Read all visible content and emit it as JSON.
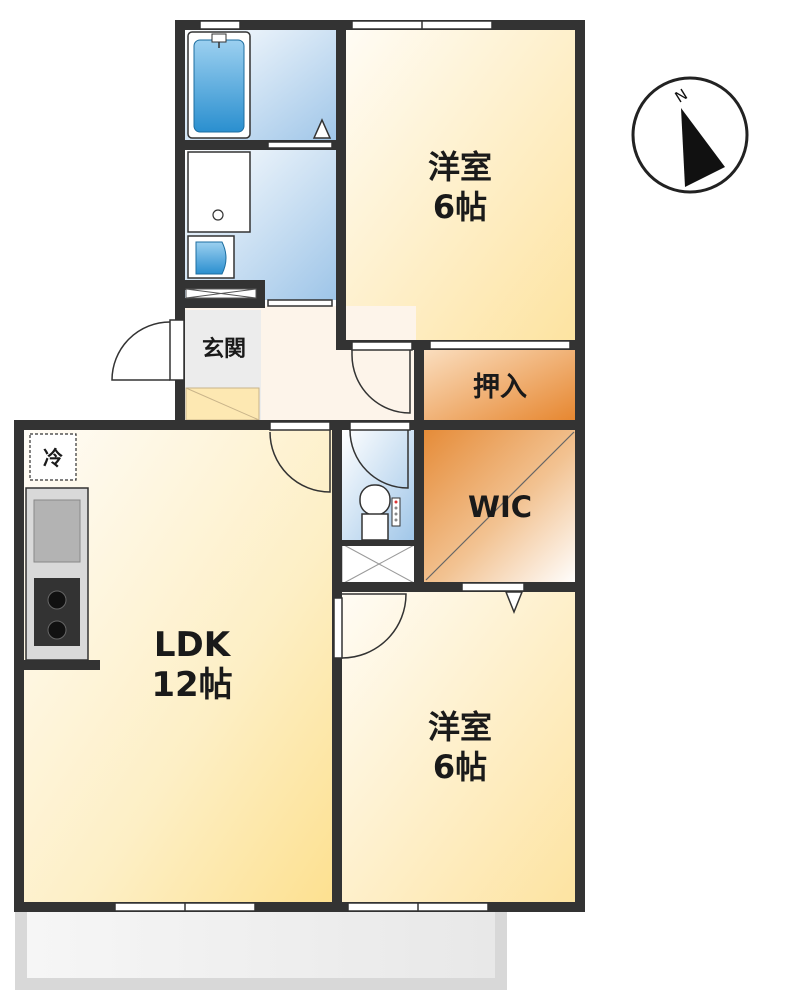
{
  "rooms": {
    "western_room_north": {
      "name": "洋室",
      "size": "6帖"
    },
    "western_room_south": {
      "name": "洋室",
      "size": "6帖"
    },
    "ldk": {
      "name": "LDK",
      "size": "12帖"
    },
    "closet": {
      "name": "押入"
    },
    "wic": {
      "name": "WIC"
    },
    "entrance": {
      "name": "玄関"
    }
  },
  "fridge_label": "冷",
  "compass": {
    "north_label": "N"
  },
  "colors": {
    "wall": "#333333",
    "room_fill_light": "#fffaf0",
    "room_fill_warm": "#fde7a6",
    "orange": "#e89a4a",
    "water_blue": "#a7ccea",
    "fixture_blue": "#2f8fcf"
  }
}
